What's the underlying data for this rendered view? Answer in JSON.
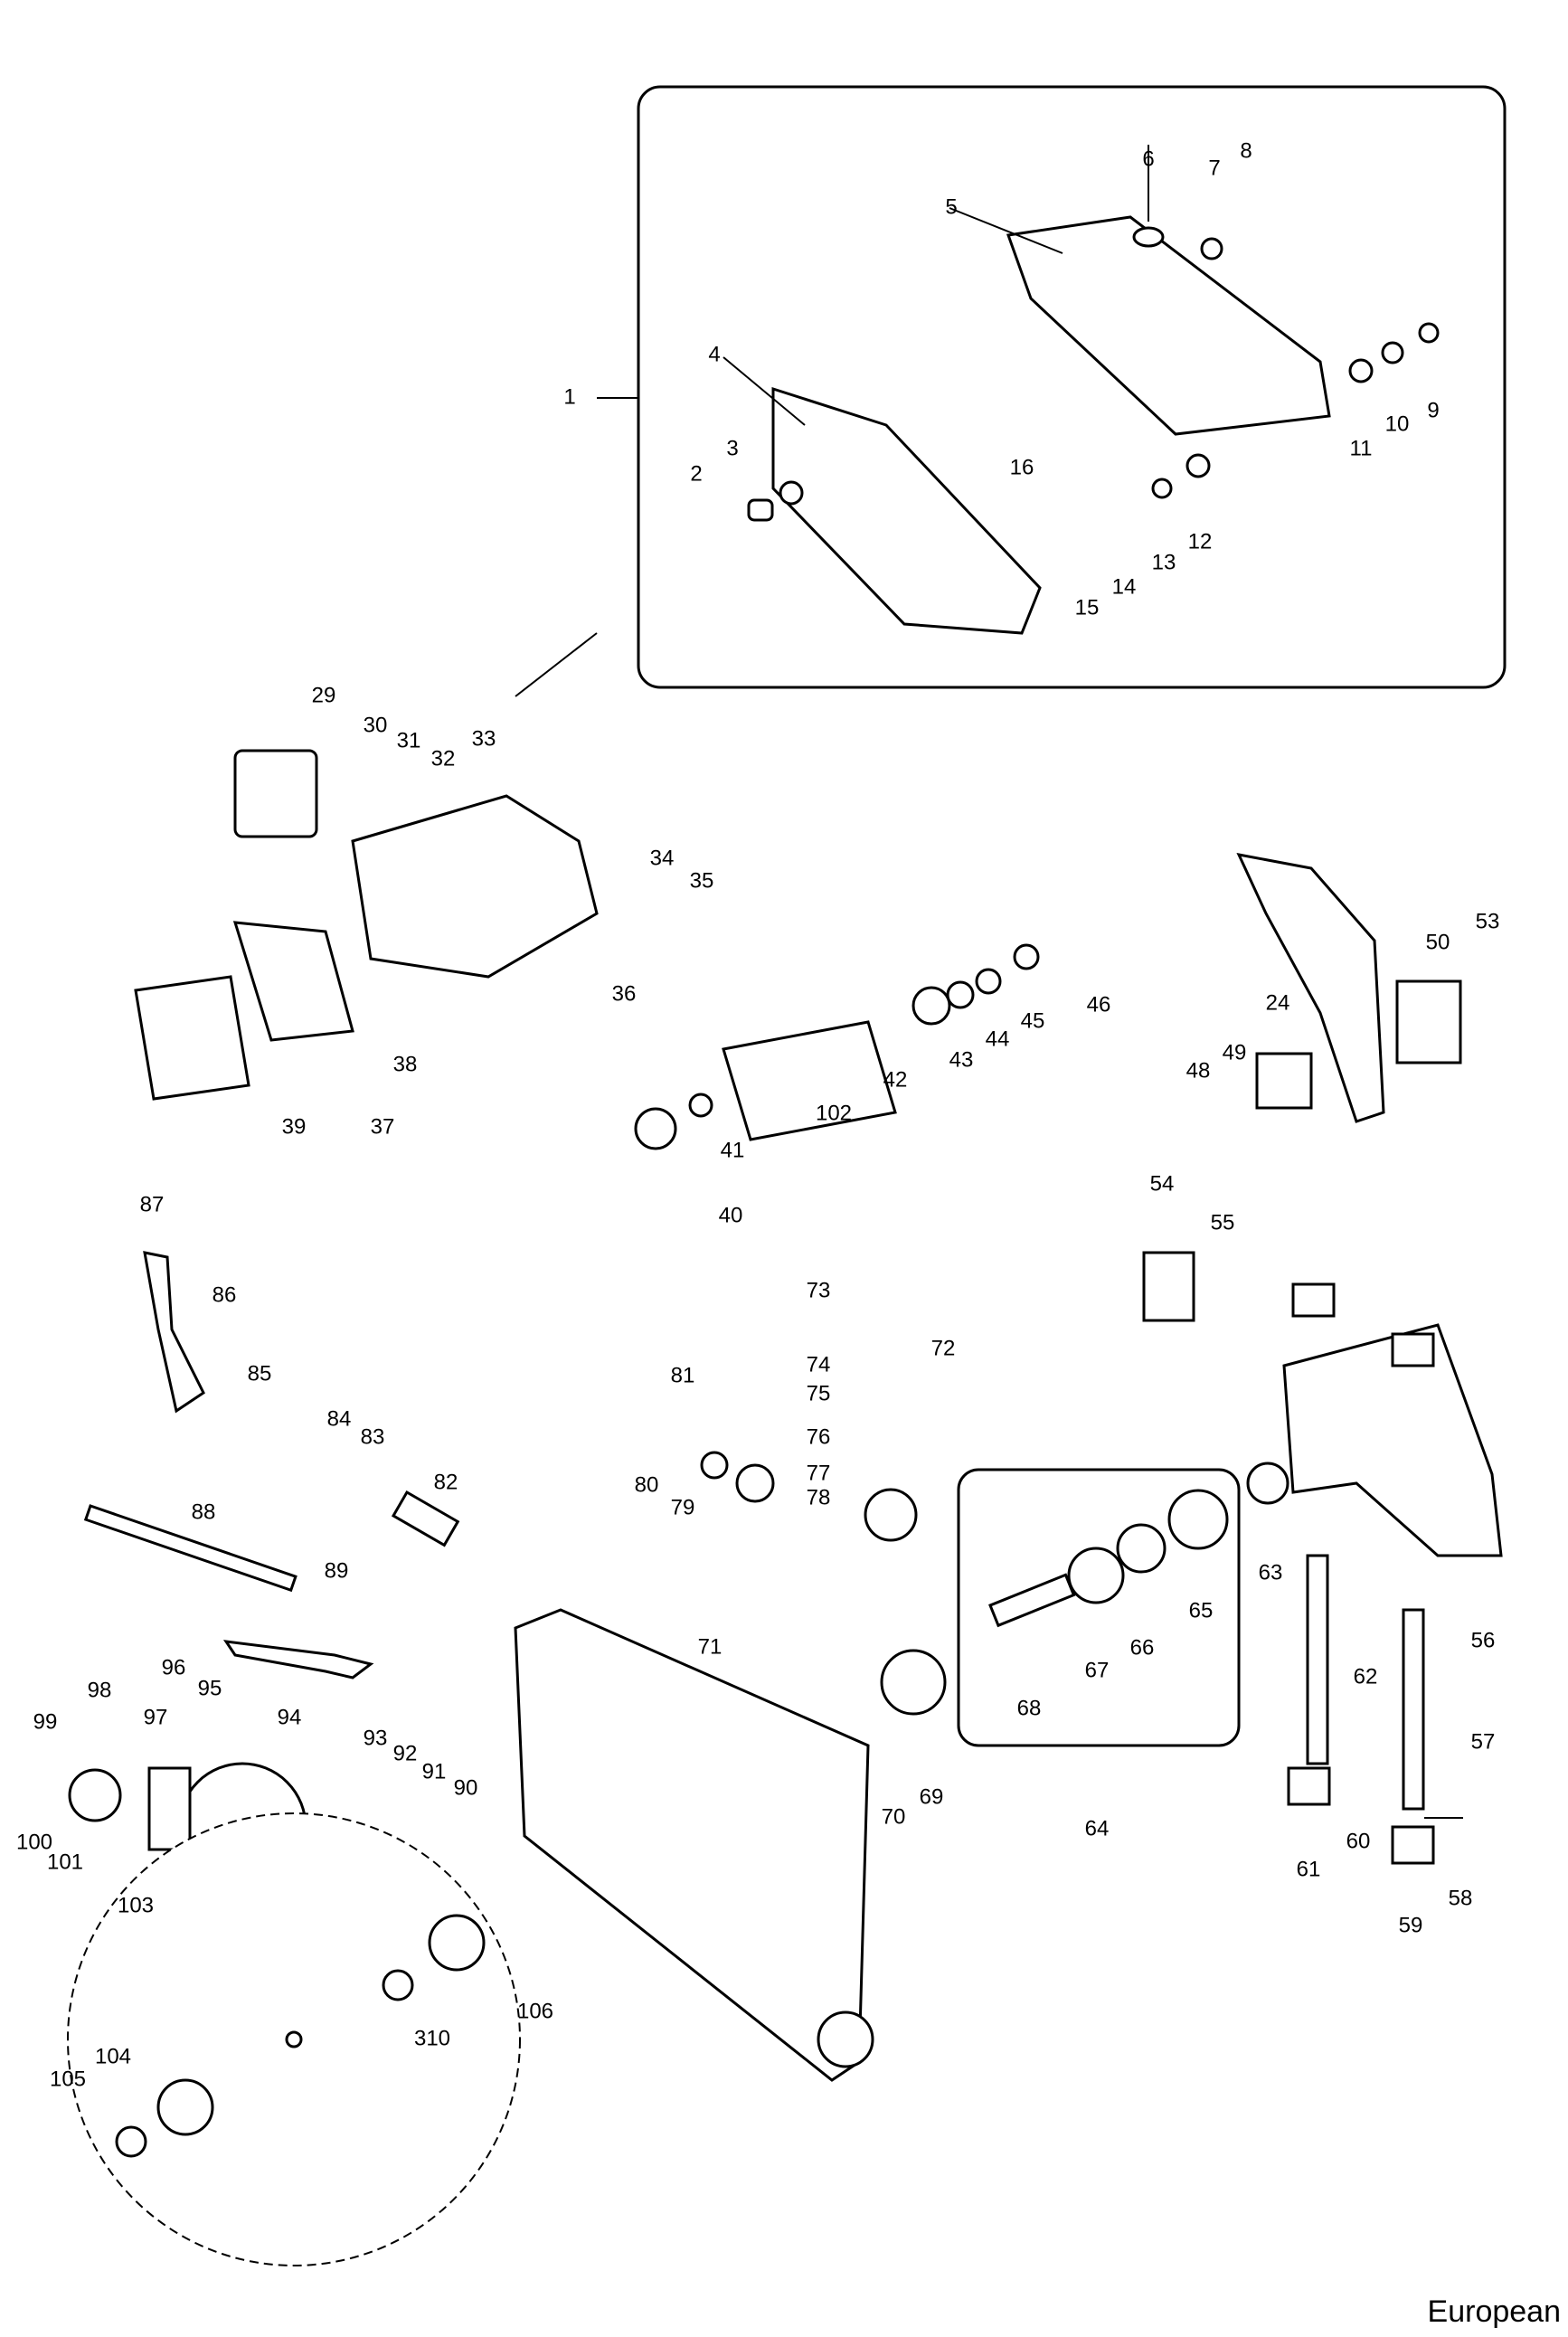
{
  "region_label": "European",
  "part_numbers": [
    "1",
    "2",
    "3",
    "4",
    "5",
    "6",
    "7",
    "8",
    "9",
    "10",
    "11",
    "12",
    "13",
    "14",
    "15",
    "16",
    "24",
    "29",
    "30",
    "31",
    "32",
    "33",
    "34",
    "35",
    "36",
    "37",
    "38",
    "39",
    "40",
    "41",
    "42",
    "43",
    "44",
    "45",
    "46",
    "48",
    "49",
    "50",
    "53",
    "54",
    "55",
    "56",
    "57",
    "58",
    "59",
    "60",
    "61",
    "62",
    "63",
    "64",
    "65",
    "66",
    "67",
    "68",
    "69",
    "70",
    "71",
    "72",
    "73",
    "74",
    "75",
    "76",
    "77",
    "78",
    "79",
    "80",
    "81",
    "82",
    "83",
    "84",
    "85",
    "86",
    "87",
    "88",
    "89",
    "90",
    "91",
    "92",
    "93",
    "94",
    "95",
    "96",
    "97",
    "98",
    "99",
    "100",
    "101",
    "102",
    "103",
    "104",
    "105",
    "106",
    "310"
  ]
}
